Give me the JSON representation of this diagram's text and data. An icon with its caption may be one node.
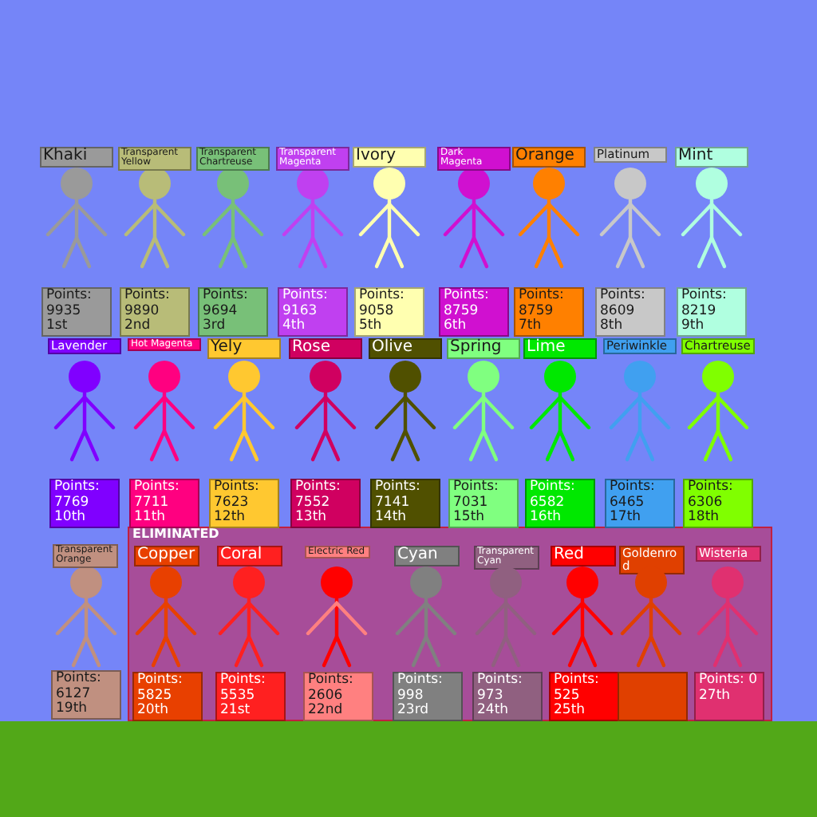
{
  "diagram": {
    "nodes": [
      {
        "text": [
          "Khaki"
        ]
      },
      {
        "text": [
          "Points:",
          "9935",
          "1st"
        ]
      },
      {
        "text": [
          "Transparent Yellow"
        ]
      },
      {
        "text": [
          "Points:",
          "9890",
          "2nd"
        ]
      },
      {
        "text": [
          "Transparent Chartreuse"
        ]
      },
      {
        "text": [
          "Points:",
          "9694",
          "3rd"
        ]
      },
      {
        "text": [
          "Transparent Magenta"
        ]
      },
      {
        "text": [
          "Points:",
          "9163",
          "4th"
        ]
      },
      {
        "text": [
          "Ivory"
        ]
      },
      {
        "text": [
          "Points:",
          "9058",
          "5th"
        ]
      },
      {
        "text": [
          "Dark Magenta"
        ]
      },
      {
        "text": [
          "Points:",
          "8759",
          "6th"
        ]
      },
      {
        "text": [
          "Orange"
        ]
      },
      {
        "text": [
          "Points:",
          "8759",
          "7th"
        ]
      },
      {
        "text": [
          "Platinum"
        ]
      },
      {
        "text": [
          "Points:",
          "8609",
          "8th"
        ]
      },
      {
        "text": [
          "Mint"
        ]
      },
      {
        "text": [
          "Points:",
          "8219",
          "9th"
        ]
      },
      {
        "text": [
          "Lavender"
        ]
      },
      {
        "text": [
          "Points:",
          "7769",
          "10th"
        ]
      },
      {
        "text": [
          "Hot Magenta"
        ]
      },
      {
        "text": [
          "Points:",
          "7711",
          "11th"
        ]
      },
      {
        "text": [
          "Yely"
        ]
      },
      {
        "text": [
          "Points:",
          "7623",
          "12th"
        ]
      },
      {
        "text": [
          "Rose"
        ]
      },
      {
        "text": [
          "Points:",
          "7552",
          "13th"
        ]
      },
      {
        "text": [
          "Olive"
        ]
      },
      {
        "text": [
          "Points:",
          "7141",
          "14th"
        ]
      },
      {
        "text": [
          "Spring"
        ]
      },
      {
        "text": [
          "Points:",
          "7031",
          "15th"
        ]
      },
      {
        "text": [
          "Lime"
        ]
      },
      {
        "text": [
          "Points:",
          "6582",
          "16th"
        ]
      },
      {
        "text": [
          "Periwinkle"
        ]
      },
      {
        "text": [
          "Points:",
          "6465",
          "17th"
        ]
      },
      {
        "text": [
          "Chartreuse"
        ]
      },
      {
        "text": [
          "Points:",
          "6306",
          "18th"
        ]
      },
      {
        "text": [
          "Transparent Orange"
        ]
      },
      {
        "text": [
          "Points:",
          "6127",
          "19th"
        ]
      },
      {
        "text": [
          "ELIMINATED"
        ]
      },
      {
        "text": [
          "Copper"
        ],
        "in": 38
      },
      {
        "text": [
          "Points:",
          "5825",
          "20th"
        ],
        "in": 38
      },
      {
        "text": [
          "Coral"
        ],
        "in": 38
      },
      {
        "text": [
          "Points:",
          "5535",
          "21st"
        ],
        "in": 38
      },
      {
        "text": [
          "Electric Red"
        ],
        "in": 38
      },
      {
        "text": [
          "Points:",
          "2606",
          "22nd"
        ],
        "in": 38
      },
      {
        "text": [
          "Cyan"
        ],
        "in": 38
      },
      {
        "text": [
          "Points:",
          "998",
          "23rd"
        ],
        "in": 38
      },
      {
        "text": [
          "Transparent Cyan"
        ],
        "in": 38
      },
      {
        "text": [
          "Points:",
          "973",
          "24th"
        ],
        "in": 38
      },
      {
        "text": [
          "Red"
        ],
        "in": 38
      },
      {
        "text": [
          "Points:",
          "525",
          "25th"
        ],
        "in": 38
      },
      {
        "text": [
          "Goldenrod"
        ],
        "in": 38
      },
      {
        "text": [],
        "shape": "box",
        "in": 38
      },
      {
        "text": [
          "Wisteria"
        ],
        "in": 38
      },
      {
        "text": [
          "Points: 0",
          "27th"
        ],
        "in": 38
      }
    ]
  }
}
